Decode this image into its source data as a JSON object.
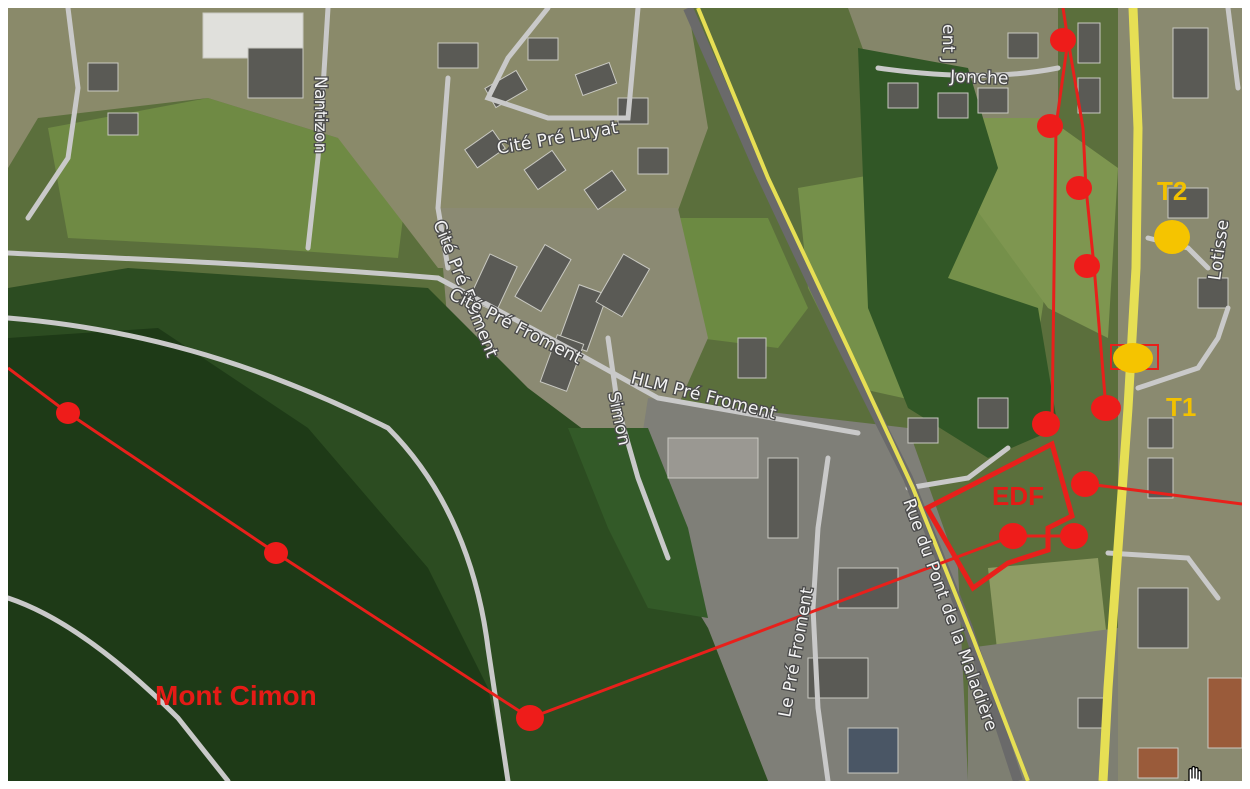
{
  "map": {
    "colors": {
      "power_line": "#e8201b",
      "pylon": "#ee1c1a",
      "marker": "#f5c400",
      "road_primary": "#e6df54",
      "road_secondary": "#c9c9c9",
      "forest_dark": "#1f3d18",
      "forest_mid": "#2f5424",
      "field": "#6f8a44"
    },
    "street_labels": {
      "nantizon": "Nantizon",
      "jonche": "Jonche",
      "rue_jonche_prefix": "ent J",
      "cite_pre_luyat": "Cité Pré Luyat",
      "cite_pre_froment": "Cité Pré Froment",
      "hlm_pre_froment": "HLM Pré Froment",
      "simon": "Simon",
      "rue_pont_maladiere": "Rue du Pont de la Maladière",
      "le_pre_froment": "Le Pré Froment",
      "lotissement": "Lotisse"
    },
    "annotations": {
      "mont_cimon": "Mont Cimon",
      "edf": "EDF",
      "t1": "T1",
      "t2": "T2"
    },
    "cursor_icon": "hand-pointer-icon"
  }
}
